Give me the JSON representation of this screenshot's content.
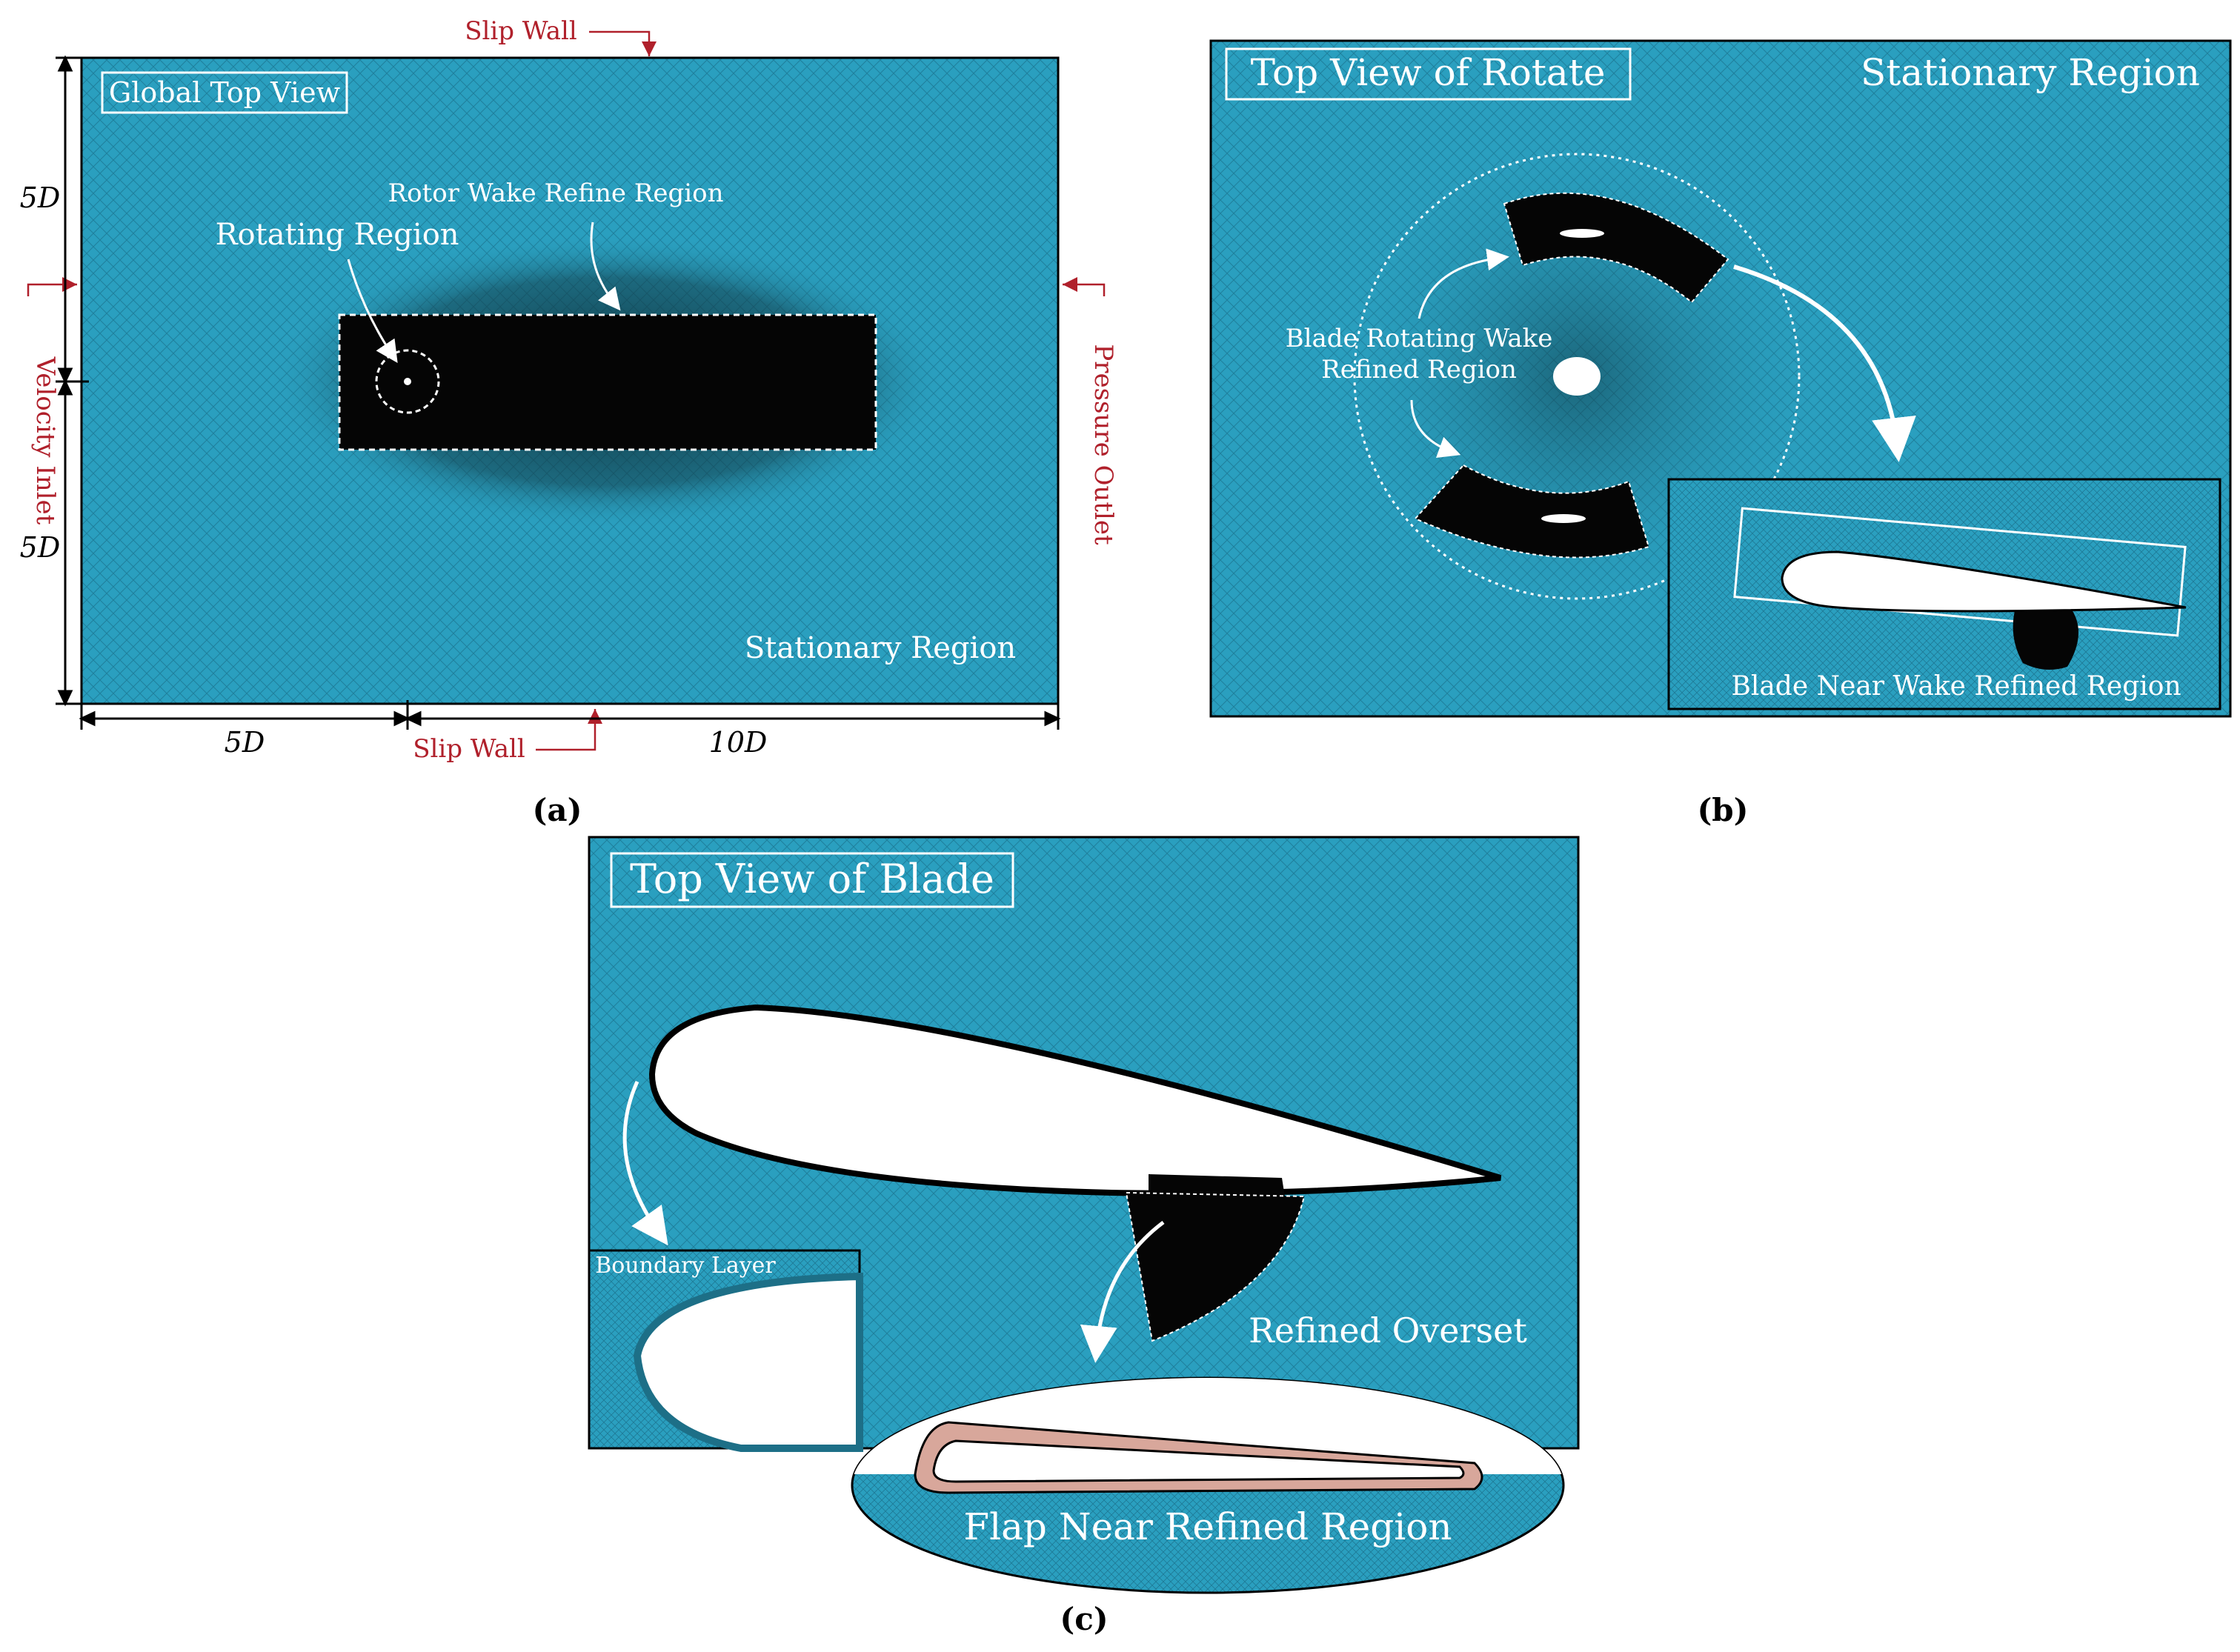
{
  "colors": {
    "mesh_blue": "#2a9fbf",
    "mesh_line": "#1f7f9c",
    "refined_black": "#050505",
    "annotation_red": "#b0202b",
    "annotation_white": "#ffffff",
    "flap_pink": "#d8a79b"
  },
  "panel_a": {
    "caption": "(a)",
    "boxed_title": "Global Top View",
    "rotor_wake_label": "Rotor Wake Refine Region",
    "rotating_label": "Rotating Region",
    "stationary_label": "Stationary Region",
    "slip_wall_top": "Slip Wall",
    "slip_wall_bottom": "Slip Wall",
    "velocity_inlet": "Velocity Inlet",
    "pressure_outlet": "Pressure Outlet",
    "dim_upper": "5D",
    "dim_lower": "5D",
    "dim_bottom_left": "5D",
    "dim_bottom_right": "10D"
  },
  "panel_b": {
    "caption": "(b)",
    "boxed_title": "Top View of Rotate",
    "stationary_label": "Stationary Region",
    "blade_wake_line1": "Blade Rotating Wake",
    "blade_wake_line2": "Refined Region",
    "near_wake_label": "Blade Near Wake Refined  Region"
  },
  "panel_c": {
    "caption": "(c)",
    "boxed_title": "Top View of Blade",
    "boundary_layer_label": "Boundary Layer",
    "refined_overset_label": "Refined Overset",
    "flap_label": "Flap Near Refined Region"
  }
}
